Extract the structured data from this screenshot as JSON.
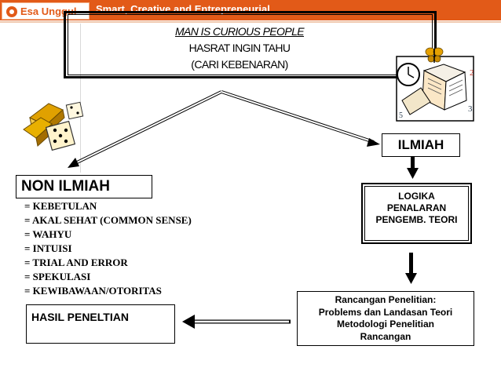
{
  "header": {
    "logo_text": "Esa Unggul",
    "tagline": "Smart, Creative and Entrepreneurial",
    "color": "#e25a18"
  },
  "top_box": {
    "line1": "MAN IS CURIOUS  PEOPLE",
    "line2": "HASRAT INGIN TAHU",
    "line3": "(CARI KEBENARAN)"
  },
  "non_ilmiah": {
    "title": "NON ILMIAH",
    "items": [
      "= KEBETULAN",
      "= AKAL SEHAT (COMMON SENSE)",
      "= WAHYU",
      "= INTUISI",
      "= TRIAL AND ERROR",
      "= SPEKULASI",
      "= KEWIBAWAAN/OTORITAS"
    ]
  },
  "ilmiah": {
    "title": "ILMIAH",
    "logika": [
      "LOGIKA",
      "PENALARAN",
      "PENGEMB. TEORI"
    ],
    "rancangan": [
      "Rancangan Penelitian:",
      "Problems dan Landasan Teori",
      "Metodologi Penelitian",
      "Rancangan"
    ]
  },
  "hasil": {
    "title": "HASIL PENELTIAN"
  },
  "clipart": {
    "left": "gold-and-dice-icon",
    "right": "book-and-clock-icon"
  }
}
